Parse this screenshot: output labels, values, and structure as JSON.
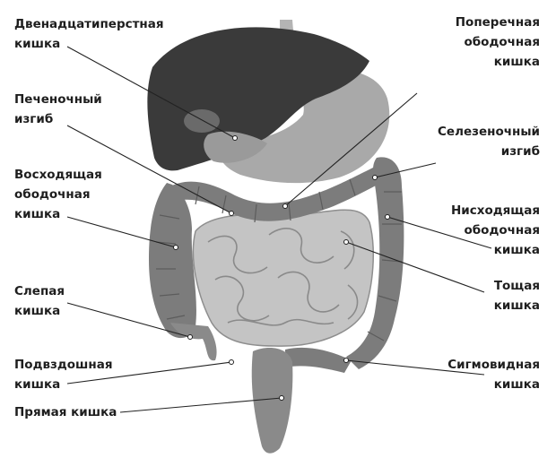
{
  "labels": {
    "duodenum": [
      "Двенадцатиперстная",
      "кишка"
    ],
    "hepatic_flexure": [
      "Печеночный",
      "изгиб"
    ],
    "ascending_colon": [
      "Восходящая",
      "ободочная",
      "кишка"
    ],
    "cecum": [
      "Слепая",
      "кишка"
    ],
    "ileum": [
      "Подвздошная",
      "кишка"
    ],
    "rectum": [
      "Прямая кишка"
    ],
    "transverse_colon": [
      "Поперечная",
      "ободочная",
      "кишка"
    ],
    "splenic_flexure": [
      "Селезеночный",
      "изгиб"
    ],
    "descending_colon": [
      "Нисходящая",
      "ободочная",
      "кишка"
    ],
    "jejunum": [
      "Тощая",
      "кишка"
    ],
    "sigmoid_colon": [
      "Сигмовидная",
      "кишка"
    ]
  },
  "colors": {
    "liver": "#3a3a3a",
    "stomach": "#a9a9a9",
    "colon": "#7c7c7c",
    "small_intestine": "#c4c4c4",
    "leader_line": "#222222"
  }
}
